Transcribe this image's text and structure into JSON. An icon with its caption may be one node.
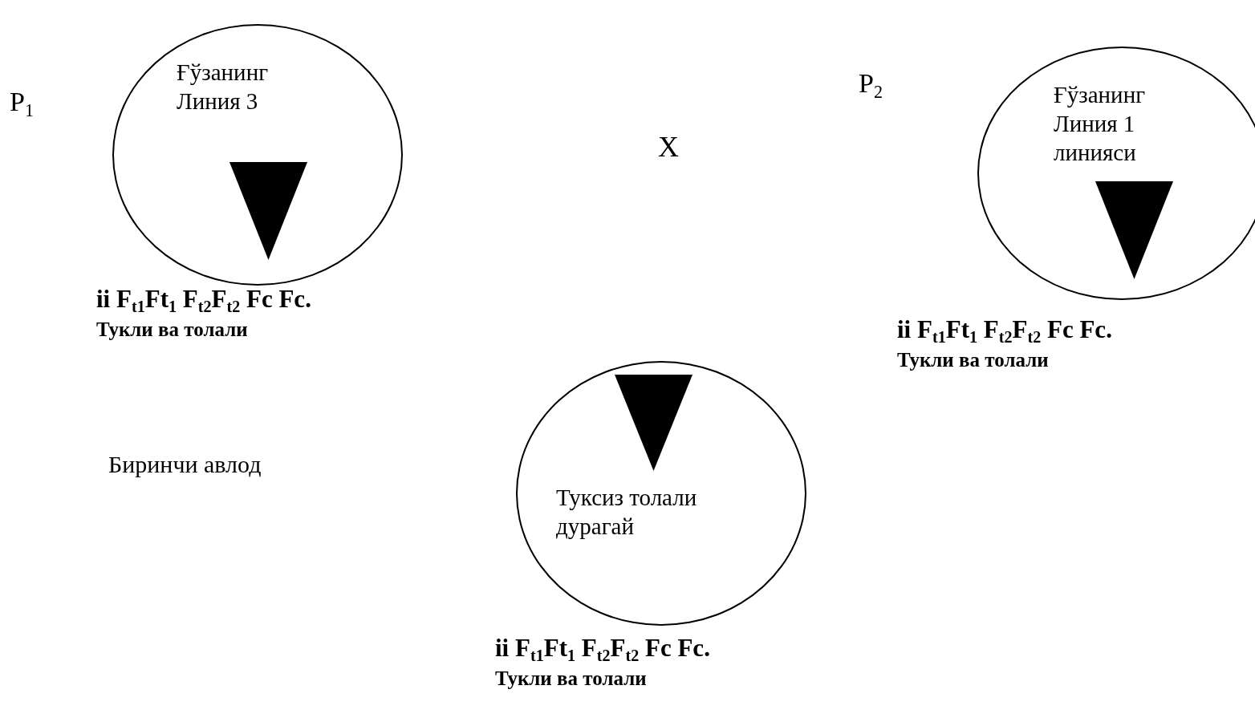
{
  "diagram": {
    "nodes": [
      {
        "text": [
          "Ғўзанинг Линия 3"
        ],
        "beside": [
          "ii F$_{t1}$Ft$_{1}$ F$_{t2}$F$_{t2}$ Fc Fc.",
          "Тукли ва толали"
        ]
      },
      {
        "text": [
          "Ғўзанинг Линия 1 линияси"
        ],
        "beside": [
          "ii F$_{t1}$Ft$_{1}$ F$_{t2}$F$_{t2}$ Fc Fc.",
          "Тукли ва толали"
        ]
      },
      {
        "text": [
          "Туксиз толали дурагай"
        ],
        "beside": [
          "ii F$_{t1}$Ft$_{1}$ F$_{t2}$F$_{t2}$ Fc Fc.",
          "Тукли ва толали"
        ]
      }
    ],
    "edges": [],
    "labels": [
      "P$_{1}$",
      "P$_{2}$",
      "X",
      "Биринчи авлод"
    ]
  }
}
